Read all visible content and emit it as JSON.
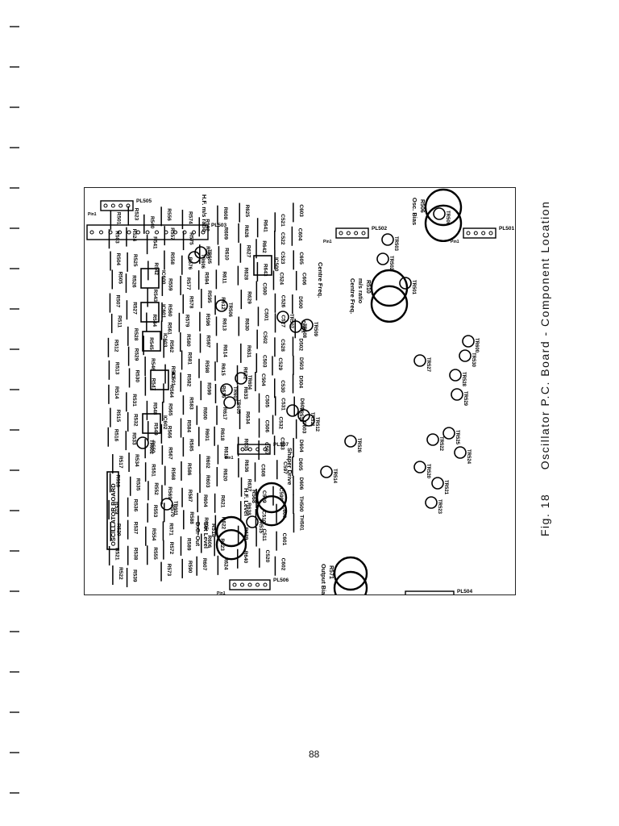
{
  "figure": {
    "label": "Fig. 18",
    "caption": "Oscillator P.C. Board - Component Location"
  },
  "page_number": "88",
  "board": {
    "title": "OSCILLATOR BOARD",
    "connectors": [
      "PL503",
      "PL504",
      "PL505",
      "PL506",
      "PL507",
      "PL501",
      "PL502"
    ],
    "pin_label": "Pin1",
    "pots": [
      {
        "ref": "R506",
        "name": "Osc. Bias"
      },
      {
        "ref": "R510",
        "name": "m/s ratio",
        "name2": "Centre Freq."
      },
      {
        "ref": "R568",
        "name": "H.F. Level"
      },
      {
        "ref": "R518",
        "name": "Set Level",
        "name2": "D.C. Out"
      },
      {
        "ref": "R571",
        "name": "Output Bias"
      }
    ],
    "annotations": [
      "H.F. m/s ratio",
      "Shaper Drive",
      "Centre Freq."
    ],
    "ics": [
      "IC500",
      "IC501",
      "IC600",
      "IC601",
      "IC602",
      "IC603"
    ],
    "transistors": [
      "TR500",
      "TR501",
      "TR502",
      "TR503",
      "TR505",
      "TR506",
      "TR507",
      "TR508",
      "TR509",
      "TR510",
      "TR511",
      "TR512",
      "TR514",
      "TR515",
      "TR520",
      "TR521",
      "TR522",
      "TR523",
      "TR524",
      "TR525",
      "TR526",
      "TR527",
      "TR528",
      "TR529",
      "TR530",
      "TR600",
      "TR601",
      "TR602",
      "TR603",
      "TR604",
      "TR605",
      "TR606"
    ],
    "resistors": [
      "R501",
      "R503",
      "R504",
      "R505",
      "R507",
      "R511",
      "R512",
      "R513",
      "R514",
      "R515",
      "R516",
      "R517",
      "R518",
      "R519",
      "R520",
      "R521",
      "R522",
      "R523",
      "R524",
      "R525",
      "R526",
      "R527",
      "R528",
      "R529",
      "R530",
      "R531",
      "R532",
      "R533",
      "R534",
      "R535",
      "R536",
      "R537",
      "R538",
      "R539",
      "R540",
      "R541",
      "R542",
      "R543",
      "R544",
      "R545",
      "R546",
      "R547",
      "R548",
      "R549",
      "R550",
      "R551",
      "R552",
      "R553",
      "R554",
      "R555",
      "R556",
      "R557",
      "R558",
      "R559",
      "R560",
      "R561",
      "R562",
      "R563",
      "R564",
      "R565",
      "R566",
      "R567",
      "R568",
      "R569",
      "R570",
      "R571",
      "R572",
      "R573",
      "R574",
      "R575",
      "R576",
      "R577",
      "R578",
      "R579",
      "R580",
      "R581",
      "R582",
      "R583",
      "R584",
      "R585",
      "R586",
      "R587",
      "R588",
      "R589",
      "R590",
      "R592",
      "R593",
      "R594",
      "R595",
      "R596",
      "R597",
      "R598",
      "R599",
      "R600",
      "R601",
      "R602",
      "R603",
      "R604",
      "R605",
      "R606",
      "R607",
      "R608",
      "R609",
      "R610",
      "R611",
      "R612",
      "R613",
      "R614",
      "R615",
      "R616",
      "R617",
      "R618",
      "R619",
      "R620",
      "R621",
      "R622",
      "R623",
      "R624",
      "R625",
      "R626",
      "R627",
      "R628",
      "R629",
      "R630",
      "R631",
      "R632",
      "R633",
      "R634",
      "R635",
      "R636",
      "R637",
      "R638",
      "R639",
      "R640",
      "R641",
      "R642",
      "R643"
    ],
    "capacitors": [
      "C500",
      "C501",
      "C502",
      "C503",
      "C504",
      "C505",
      "C506",
      "C507",
      "C508",
      "C509",
      "C510",
      "C511",
      "C520",
      "C521",
      "C522",
      "C523",
      "C524",
      "C526",
      "C527",
      "C528",
      "C529",
      "C530",
      "C531",
      "C532",
      "C533",
      "C597",
      "C599",
      "C600",
      "C601",
      "C602",
      "C603",
      "C604",
      "C605",
      "C606"
    ],
    "diodes": [
      "D500",
      "D501",
      "D502",
      "D503",
      "D504",
      "D602",
      "D603",
      "D604",
      "D605",
      "D606"
    ],
    "thermistors": [
      "TH500",
      "TH501"
    ]
  }
}
